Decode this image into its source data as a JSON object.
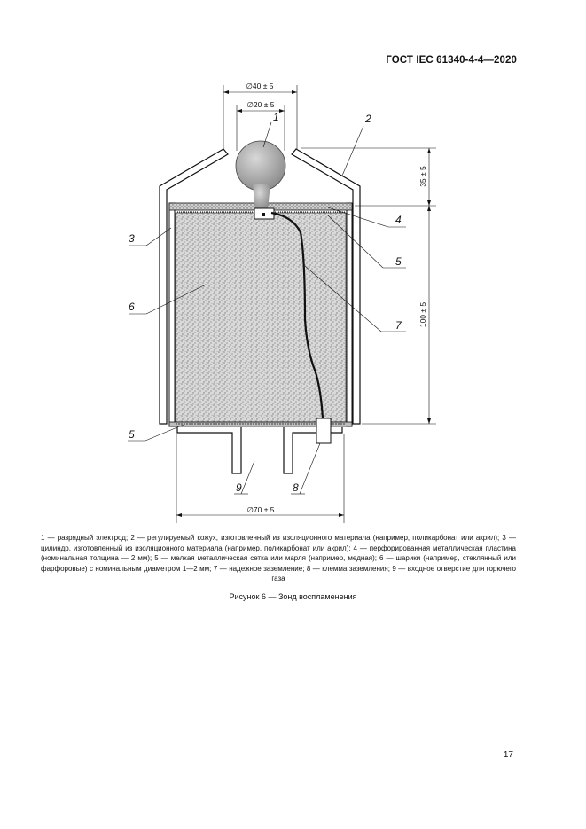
{
  "header": {
    "standard": "ГОСТ IEC 61340-4-4—2020"
  },
  "figure": {
    "dimensions": {
      "top_outer": "∅40 ± 5",
      "top_inner": "∅20 ± 5",
      "right_upper": "35 ± 5",
      "right_main": "100 ± 5",
      "bottom": "∅70 ± 5"
    },
    "callouts": [
      "1",
      "2",
      "3",
      "4",
      "5",
      "5",
      "6",
      "7",
      "8",
      "9"
    ]
  },
  "legend": [
    "1 — разрядный электрод; 2 — регулируемый кожух, изготовленный из изоляционного материала (например, поликарбонат или акрил);",
    "3 — цилиндр, изготовленный из изоляционного материала (например, поликарбонат или акрил);",
    "4 — перфорированная металлическая пластина (номинальная толщина — 2 мм);",
    "5 — мелкая металлическая сетка или марля (например, медная);",
    "6 — шарики (например, стеклянный или фарфоровые) с номинальным диаметром 1—2 мм;",
    "7 — надежное заземление;",
    "8 — клемма заземления;",
    "9 — входное отверстие для горючего газа"
  ],
  "caption": "Рисунок 6 — Зонд воспламенения",
  "page_number": "17"
}
